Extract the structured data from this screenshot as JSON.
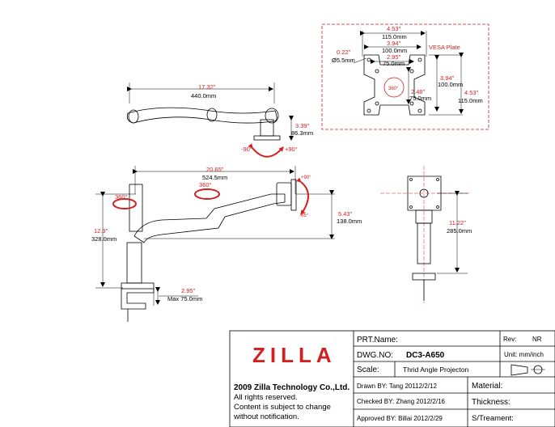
{
  "colors": {
    "dimension": "#d42020",
    "line": "#000000",
    "frame": "#d42020"
  },
  "top_view": {
    "width_in": "17.32\"",
    "width_mm": "440.0mm",
    "height_in": "3.39\"",
    "height_mm": "86.3mm",
    "rot_neg": "-90°",
    "rot_pos": "+90°"
  },
  "vesa": {
    "label": "VESA Plate",
    "w1_in": "4.53\"",
    "w1_mm": "115.0mm",
    "w2_in": "3.94\"",
    "w2_mm": "100.0mm",
    "w3_in": "2.95\"",
    "w3_mm": "75.0mm",
    "hole_in": "0.22\"",
    "hole_mm": "Ø5.5mm",
    "rot": "360°",
    "h1_in": "3.94\"",
    "h1_mm": "100.0mm",
    "h2_in": "2.48\"",
    "h2_mm": "75.0mm",
    "h3_in": "4.53\"",
    "h3_mm": "115.0mm"
  },
  "side_view": {
    "reach_in": "20.65\"",
    "reach_mm": "524.5mm",
    "rot1": "360°",
    "rot2": "360°",
    "tilt_pos": "+90°",
    "tilt_neg": "-65°",
    "tilt_h_in": "5.43\"",
    "tilt_h_mm": "138.0mm",
    "pole_in": "12.9\"",
    "pole_mm": "328.0mm",
    "clamp_in": "2.95\"",
    "clamp_mm": "Max 75.0mm"
  },
  "front_view": {
    "h_in": "11.22\"",
    "h_mm": "285.0mm"
  },
  "title_block": {
    "logo": "ZILLA",
    "company": "2009 Zilla Technology Co.,Ltd.",
    "notice_1": "All rights reserved.",
    "notice_2": "Content is subject to change",
    "notice_3": "without notification.",
    "prt_label": "PRT.Name:",
    "rev_label": "Rev:",
    "rev_value": "NR",
    "dwg_label": "DWG.NO:",
    "dwg_value": "DC3-A650",
    "unit_label": "Unit: mm/inch",
    "scale_label": "Scale:",
    "projection": "Thrid Angle Projecton",
    "drawn": "Drawn BY:  Tang  20112/2/12",
    "checked": "Checked BY:  Zhang  2012/2/16",
    "approved": "Approved BY:  Billai  2012/2/29",
    "material_label": "Material:",
    "thickness_label": "Thickness:",
    "treatment_label": "S/Treament:"
  }
}
